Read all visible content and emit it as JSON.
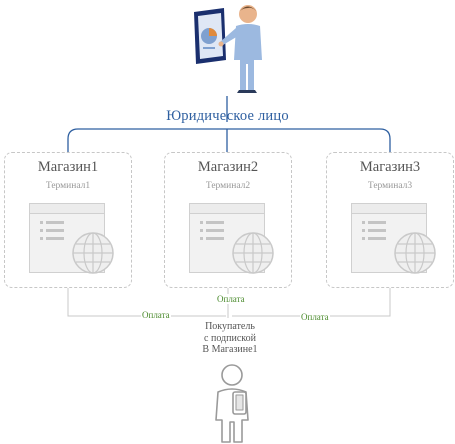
{
  "legal_entity": {
    "title": "Юридическое лицо"
  },
  "stores": [
    {
      "name": "Магазин1",
      "terminal": "Терминал1"
    },
    {
      "name": "Магазин2",
      "terminal": "Терминал2"
    },
    {
      "name": "Магазин3",
      "terminal": "Терминал3"
    }
  ],
  "payment_label": "Оплата",
  "buyer": {
    "line1": "Покупатель",
    "line2": "с подпиской",
    "line3": "В Магазине1"
  },
  "colors": {
    "hierarchy_line": "#2e5fa0",
    "payment_text": "#4a8a2c",
    "dashed_border": "#c7c7c7",
    "connector": "#c8c8c8"
  },
  "icons": {
    "top": "presenter-with-chart-board-icon",
    "terminal": "browser-window-icon",
    "web": "globe-icon",
    "bottom": "person-with-phone-icon"
  }
}
